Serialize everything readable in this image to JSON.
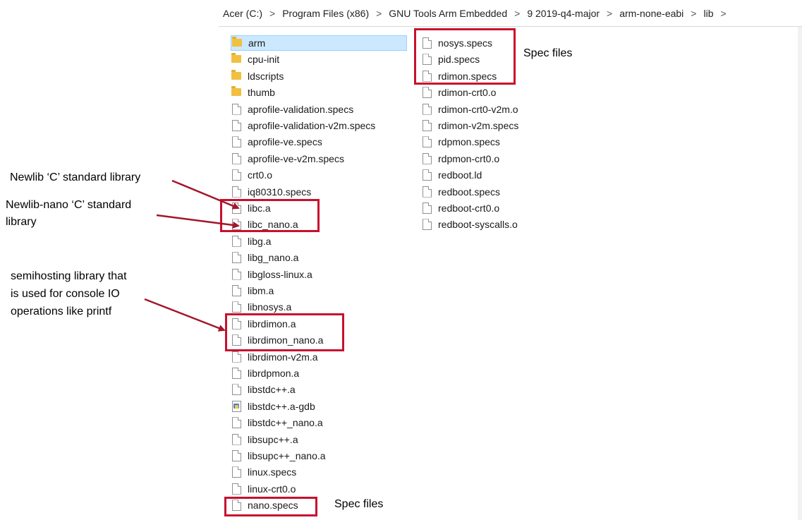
{
  "breadcrumb": [
    "Acer (C:)",
    "Program Files (x86)",
    "GNU Tools Arm Embedded",
    "9 2019-q4-major",
    "arm-none-eabi",
    "lib"
  ],
  "breadcrumb_separator": ">",
  "files_col1": [
    {
      "name": "arm",
      "type": "folder",
      "selected": true
    },
    {
      "name": "cpu-init",
      "type": "folder"
    },
    {
      "name": "ldscripts",
      "type": "folder"
    },
    {
      "name": "thumb",
      "type": "folder"
    },
    {
      "name": "aprofile-validation.specs",
      "type": "file"
    },
    {
      "name": "aprofile-validation-v2m.specs",
      "type": "file"
    },
    {
      "name": "aprofile-ve.specs",
      "type": "file"
    },
    {
      "name": "aprofile-ve-v2m.specs",
      "type": "file"
    },
    {
      "name": "crt0.o",
      "type": "file"
    },
    {
      "name": "iq80310.specs",
      "type": "file"
    },
    {
      "name": "libc.a",
      "type": "file"
    },
    {
      "name": "libc_nano.a",
      "type": "file"
    },
    {
      "name": "libg.a",
      "type": "file"
    },
    {
      "name": "libg_nano.a",
      "type": "file"
    },
    {
      "name": "libgloss-linux.a",
      "type": "file"
    },
    {
      "name": "libm.a",
      "type": "file"
    },
    {
      "name": "libnosys.a",
      "type": "file"
    },
    {
      "name": "librdimon.a",
      "type": "file"
    },
    {
      "name": "librdimon_nano.a",
      "type": "file"
    },
    {
      "name": "librdimon-v2m.a",
      "type": "file"
    },
    {
      "name": "librdpmon.a",
      "type": "file"
    },
    {
      "name": "libstdc++.a",
      "type": "file"
    },
    {
      "name": "libstdc++.a-gdb",
      "type": "script"
    },
    {
      "name": "libstdc++_nano.a",
      "type": "file"
    },
    {
      "name": "libsupc++.a",
      "type": "file"
    },
    {
      "name": "libsupc++_nano.a",
      "type": "file"
    },
    {
      "name": "linux.specs",
      "type": "file"
    },
    {
      "name": "linux-crt0.o",
      "type": "file"
    },
    {
      "name": "nano.specs",
      "type": "file"
    }
  ],
  "files_col2": [
    {
      "name": "nosys.specs",
      "type": "file"
    },
    {
      "name": "pid.specs",
      "type": "file"
    },
    {
      "name": "rdimon.specs",
      "type": "file"
    },
    {
      "name": "rdimon-crt0.o",
      "type": "file"
    },
    {
      "name": "rdimon-crt0-v2m.o",
      "type": "file"
    },
    {
      "name": "rdimon-v2m.specs",
      "type": "file"
    },
    {
      "name": "rdpmon.specs",
      "type": "file"
    },
    {
      "name": "rdpmon-crt0.o",
      "type": "file"
    },
    {
      "name": "redboot.ld",
      "type": "file"
    },
    {
      "name": "redboot.specs",
      "type": "file"
    },
    {
      "name": "redboot-crt0.o",
      "type": "file"
    },
    {
      "name": "redboot-syscalls.o",
      "type": "file"
    }
  ],
  "annotations": {
    "spec_files_top": "Spec files",
    "spec_files_bottom": "Spec files",
    "newlib_line1": "Newlib ‘C’ standard library",
    "newlib_nano_line1": "Newlib-nano ‘C’ standard",
    "newlib_nano_line2": "library",
    "semihosting_line1": "semihosting library that",
    "semihosting_line2": "is used for console IO",
    "semihosting_line3": "operations like printf"
  },
  "colors": {
    "highlight": "#c8102e",
    "selection": "#cce8ff",
    "folder": "#f0c040"
  }
}
